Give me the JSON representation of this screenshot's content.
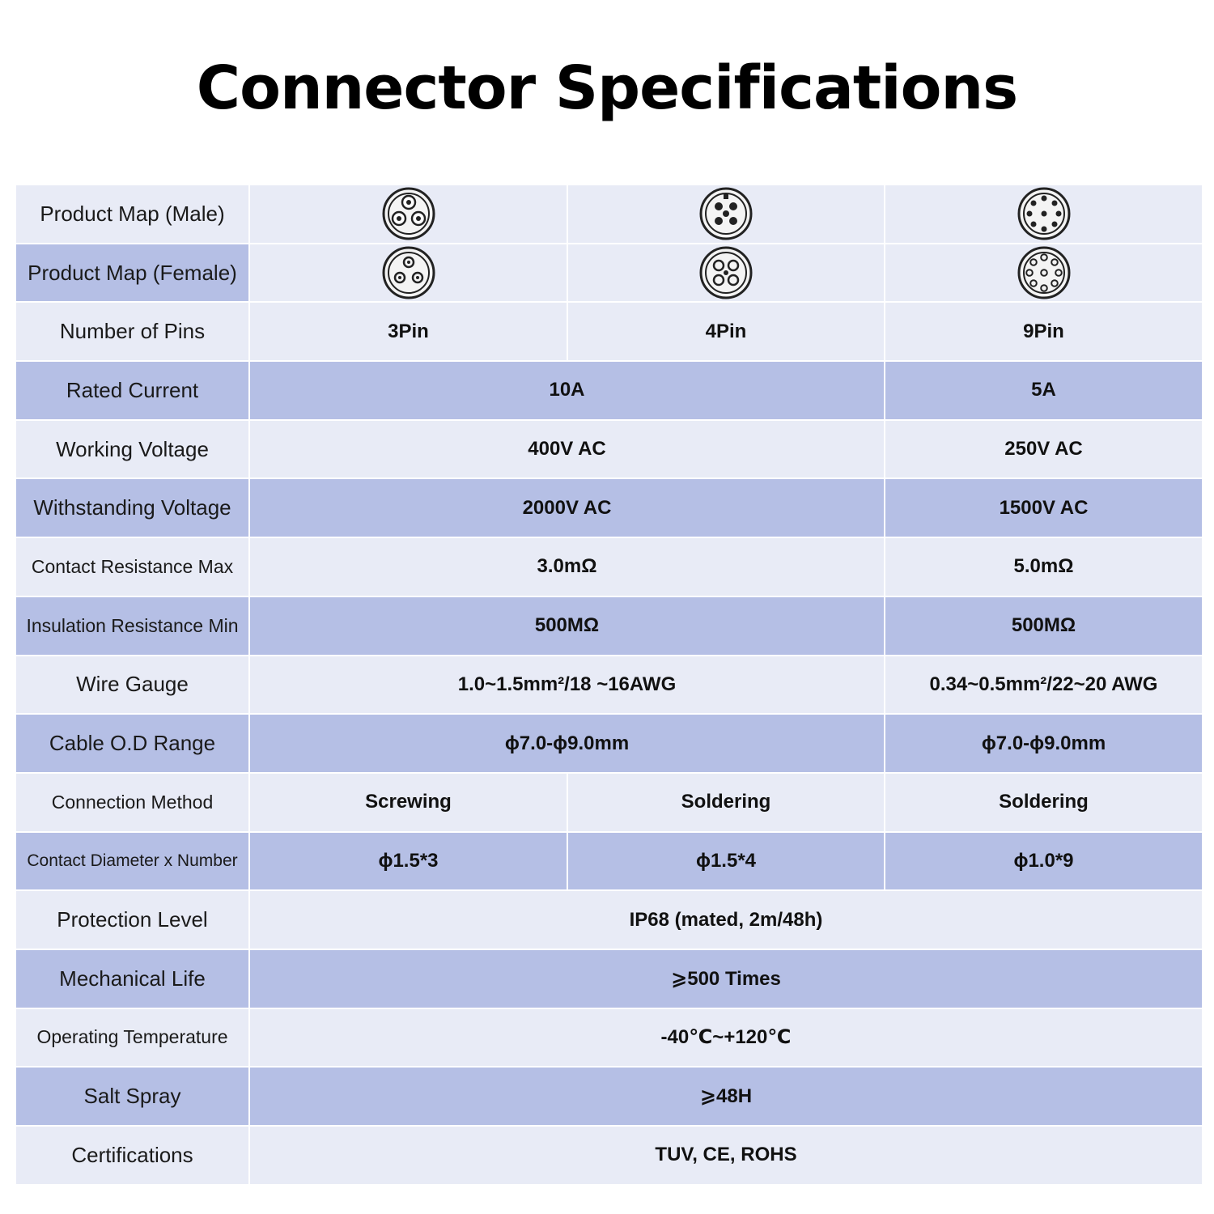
{
  "title": "Connector Specifications",
  "table": {
    "icons": {
      "male": [
        "connector-3pin-male-icon",
        "connector-4pin-male-icon",
        "connector-9pin-male-icon"
      ],
      "female": [
        "connector-3pin-female-icon",
        "connector-4pin-female-icon",
        "connector-9pin-female-icon"
      ]
    },
    "rows": [
      {
        "label": "Product Map (Male)",
        "values": []
      },
      {
        "label": "Product Map (Female)",
        "values": []
      },
      {
        "label": "Number of Pins",
        "values": [
          "3Pin",
          "4Pin",
          "9Pin"
        ]
      },
      {
        "label": "Rated Current",
        "values": [
          "10A",
          "5A"
        ]
      },
      {
        "label": "Working Voltage",
        "values": [
          "400V AC",
          "250V AC"
        ]
      },
      {
        "label": "Withstanding Voltage",
        "values": [
          "2000V AC",
          "1500V AC"
        ]
      },
      {
        "label": "Contact Resistance Max",
        "values": [
          "3.0mΩ",
          "5.0mΩ"
        ]
      },
      {
        "label": "Insulation Resistance Min",
        "values": [
          "500MΩ",
          "500MΩ"
        ]
      },
      {
        "label": "Wire Gauge",
        "values": [
          "1.0~1.5mm²/18 ~16AWG",
          "0.34~0.5mm²/22~20 AWG"
        ]
      },
      {
        "label": "Cable O.D Range",
        "values": [
          "ϕ7.0-ϕ9.0mm",
          "ϕ7.0-ϕ9.0mm"
        ]
      },
      {
        "label": "Connection Method",
        "values": [
          "Screwing",
          "Soldering",
          "Soldering"
        ]
      },
      {
        "label": "Contact Diameter x Number",
        "values": [
          "ϕ1.5*3",
          "ϕ1.5*4",
          "ϕ1.0*9"
        ]
      },
      {
        "label": "Protection Level",
        "values": [
          "IP68 (mated, 2m/48h)"
        ]
      },
      {
        "label": "Mechanical Life",
        "values": [
          "⩾500 Times"
        ]
      },
      {
        "label": "Operating Temperature",
        "values": [
          "-40℃~+120℃"
        ]
      },
      {
        "label": "Salt Spray",
        "values": [
          "⩾48H"
        ]
      },
      {
        "label": "Certifications",
        "values": [
          "TUV, CE, ROHS"
        ]
      }
    ]
  }
}
